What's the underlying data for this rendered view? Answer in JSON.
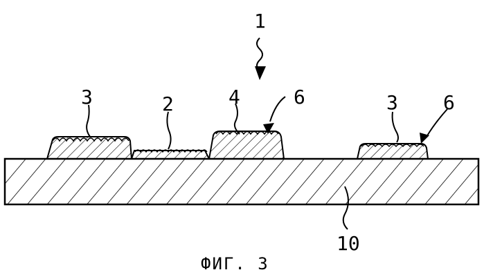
{
  "figure": {
    "caption": "ФИГ. 3",
    "labels": {
      "assembly": "1",
      "part_2": "2",
      "part_3_left": "3",
      "part_4": "4",
      "part_6_middle": "6",
      "part_3_right": "3",
      "part_6_right": "6",
      "substrate": "10"
    }
  }
}
